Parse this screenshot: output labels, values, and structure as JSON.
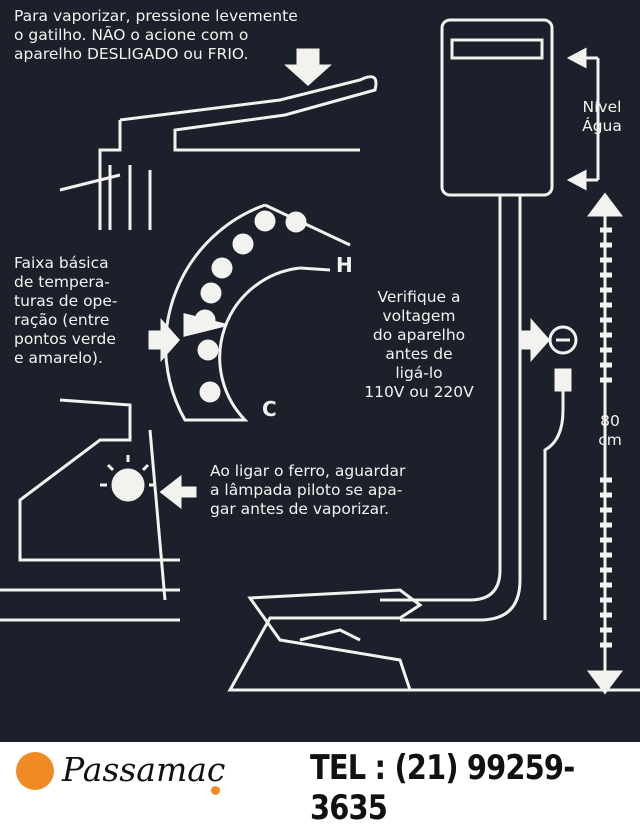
{
  "instructions": {
    "trigger": "Para vaporizar, pressione levemente\no gatilho. NÃO o acione com o\naparelho DESLIGADO ou FRIO.",
    "temperature_range": "Faixa básica\nde tempera-\nturas de ope-\nração (entre\npontos verde\ne amarelo).",
    "voltage": "Verifique a\nvoltagem\ndo aparelho\nantes de\nligá-lo\n110V ou 220V",
    "pilot_lamp": "Ao ligar o ferro, aguardar\na lâmpada piloto se apa-\ngar antes de vaporizar.",
    "water_level": "Nível\nÁgua",
    "height": "80\ncm",
    "dial_high": "H",
    "dial_cold": "C"
  },
  "footer": {
    "brand": "Passamac",
    "phone": "TEL : (21) 99259-3635",
    "brand_color": "#f08a24"
  }
}
